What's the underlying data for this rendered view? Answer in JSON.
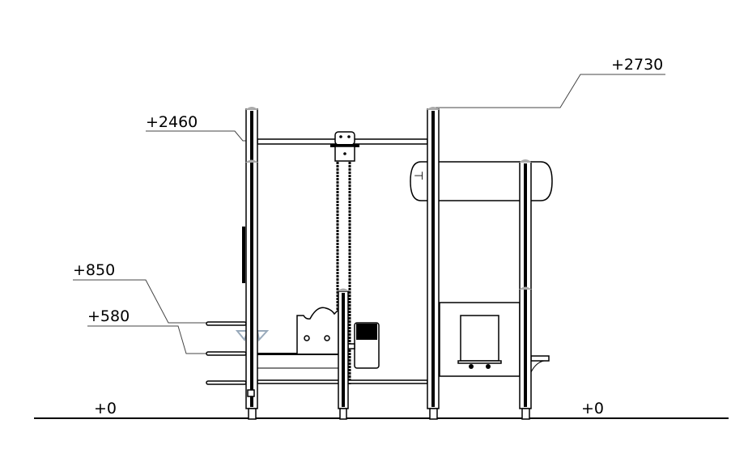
{
  "drawing": {
    "elevations": {
      "top_left": "+2460",
      "top_right": "+2730",
      "mid_850": "+850",
      "mid_580": "+580",
      "ground_left": "+0",
      "ground_right": "+0"
    }
  }
}
